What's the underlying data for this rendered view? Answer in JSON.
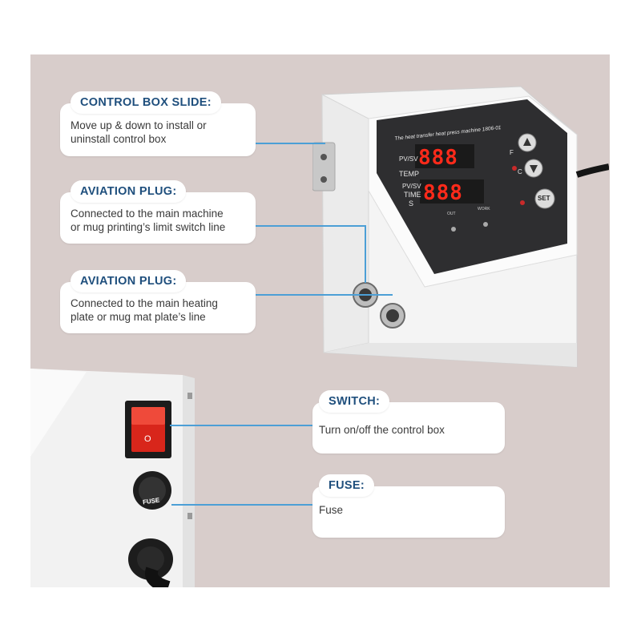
{
  "callouts": {
    "control_box_slide": {
      "title": "CONTROL BOX SLIDE:",
      "line1": "Move up & down to install or",
      "line2": "uninstall control box"
    },
    "aviation_plug_1": {
      "title": "AVIATION PLUG:",
      "line1": "Connected to the main machine",
      "line2": "or mug printing’s limit switch line"
    },
    "aviation_plug_2": {
      "title": "AVIATION PLUG:",
      "line1": "Connected to the main heating",
      "line2": "plate or mug mat plate’s line"
    },
    "switch": {
      "title": "SWITCH:",
      "line1": "Turn on/off the control box"
    },
    "fuse": {
      "title": "FUSE:",
      "line1": "Fuse"
    }
  },
  "panel": {
    "brand": "The heat transfer heat press machine 1806-01",
    "pv_sv": "PV/SV",
    "temp": "TEMP",
    "pv_sv2": "PV/SV",
    "time": "TIME",
    "s": "S",
    "display_top": "888",
    "display_bottom": "888",
    "f_label": "F",
    "c_label": "C",
    "set": "SET",
    "out": "OUT",
    "work": "WORK"
  },
  "fuse_cap": "FUSE",
  "switch_mark": "O",
  "colors": {
    "accent": "#4c9fd6",
    "title": "#1f4f7d",
    "background": "#d8cdcb",
    "switch_red": "#d8261b"
  }
}
